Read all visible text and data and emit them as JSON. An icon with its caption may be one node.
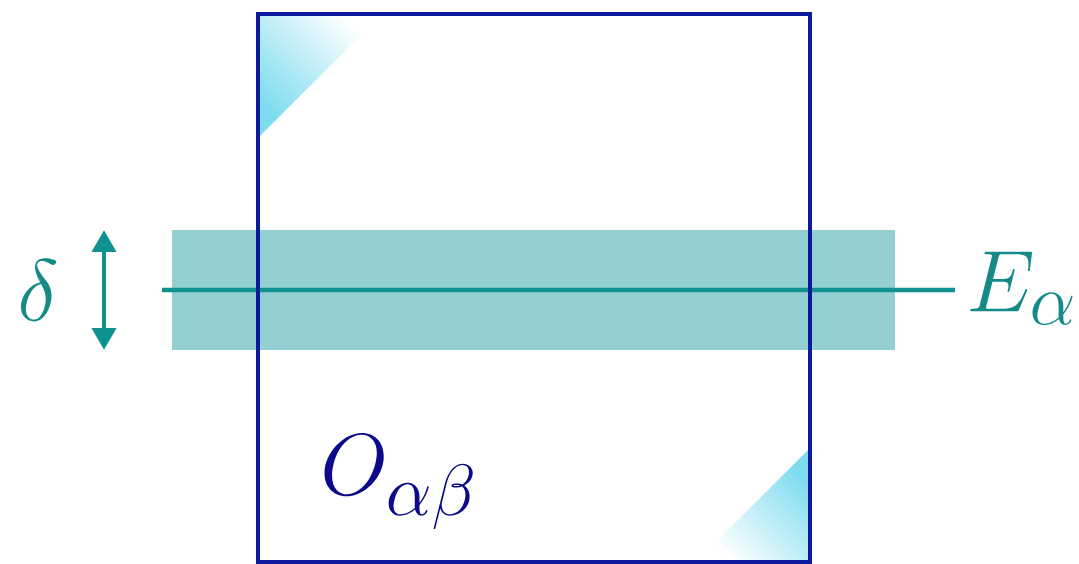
{
  "diagram": {
    "nodes": [
      {
        "text": [
          "O_{\\alpha\\beta}"
        ]
      },
      {
        "text": [],
        "shape": "band",
        "beside": [
          "E_\\alpha"
        ]
      }
    ],
    "labels": [
      "\\delta"
    ]
  }
}
